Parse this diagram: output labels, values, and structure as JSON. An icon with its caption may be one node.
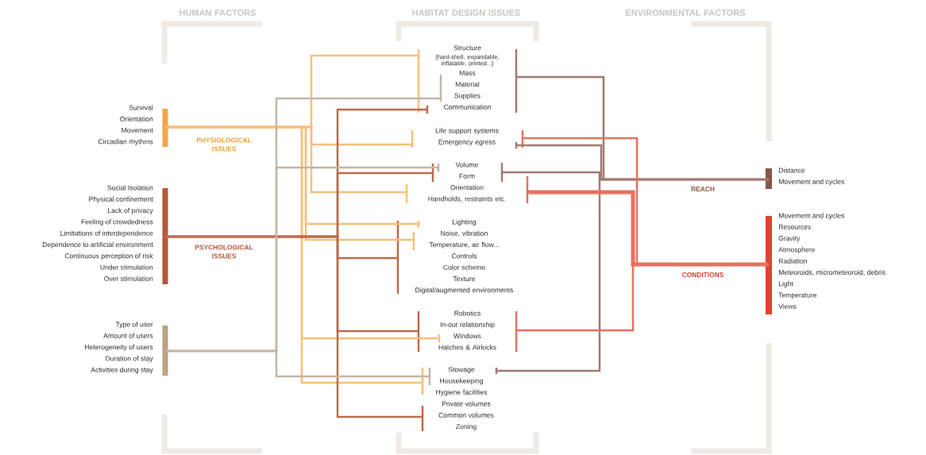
{
  "diagram": {
    "nodes": [
      {
        "text": [
          "Survival",
          "Orientation",
          "Movement",
          "Circadian rhythms"
        ]
      },
      {
        "text": [
          "Social Isolation",
          "Physical confinement",
          "Lack of privacy",
          "Feeling of crowdedness",
          "Limitations of interdependence",
          "Dependence to artificial environment",
          "Continuous perception of risk",
          "Under stimulation",
          "Over stimulation"
        ]
      },
      {
        "text": [
          "Type of user",
          "Amount of users",
          "Heterogeneity of users",
          "Duration of stay",
          "Activities during stay"
        ]
      },
      {
        "text": [
          "Structure",
          "(hard-shell, expandable, inflatable, printed...)",
          "Mass",
          "Material",
          "Supplies",
          "Communication"
        ]
      },
      {
        "text": [
          "Life support systems",
          "Emergency egress"
        ]
      },
      {
        "text": [
          "Volume",
          "Form",
          "Orientation",
          "Handholds, restraints etc."
        ]
      },
      {
        "text": [
          "Lighting",
          "Noise, vibration",
          "Temperature, air flow...",
          "Controls",
          "Color scheme",
          "Texture",
          "Digital/augmented environments"
        ]
      },
      {
        "text": [
          "Robotics",
          "In-out relationship",
          "Windows",
          "Hatches & Airlocks"
        ]
      },
      {
        "text": [
          "Stowage",
          "Housekeeping",
          "Hygiene facilities"
        ]
      },
      {
        "text": [
          "Private volumes",
          "Common volumes",
          "Zoning"
        ]
      },
      {
        "text": [
          "Distance",
          "Movement and cycles"
        ]
      },
      {
        "text": [
          "Movement and cycles",
          "Resources",
          "Gravity",
          "Atmosphere",
          "Radiation",
          "Meteoroids, micrometeoroid, debris",
          "Light",
          "Temperature",
          "Views"
        ]
      }
    ],
    "edges": [
      {
        "from": 0,
        "to": 3,
        "arrow": "none"
      },
      {
        "from": 0,
        "to": 4,
        "arrow": "none"
      },
      {
        "from": 0,
        "to": 5,
        "arrow": "none"
      },
      {
        "from": 0,
        "to": 6,
        "arrow": "none"
      },
      {
        "from": 0,
        "to": 6,
        "arrow": "none"
      },
      {
        "from": 0,
        "to": 7,
        "arrow": "none"
      },
      {
        "from": 0,
        "to": 8,
        "arrow": "none"
      },
      {
        "from": 1,
        "to": 3,
        "arrow": "none",
        "color": "#bf6a4d"
      },
      {
        "from": 1,
        "to": 5,
        "arrow": "none",
        "color": "#bf6a4d"
      },
      {
        "from": 1,
        "to": 6,
        "arrow": "none",
        "color": "#bf6a4d"
      },
      {
        "from": 1,
        "to": 7,
        "arrow": "none",
        "color": "#bf6a4d"
      },
      {
        "from": 1,
        "to": 9,
        "arrow": "none",
        "color": "#bf6a4d"
      },
      {
        "from": 2,
        "to": 3,
        "arrow": "none",
        "color": "#c4b5a3"
      },
      {
        "from": 2,
        "to": 5,
        "arrow": "none",
        "color": "#c4b5a3"
      },
      {
        "from": 2,
        "to": 8,
        "arrow": "none",
        "color": "#c4b5a3"
      },
      {
        "from": 3,
        "to": 10,
        "arrow": "none",
        "color": "#a27a70"
      },
      {
        "from": 4,
        "to": 10,
        "arrow": "none",
        "color": "#a27a70"
      },
      {
        "from": 5,
        "to": 10,
        "arrow": "none",
        "color": "#a27a70"
      },
      {
        "from": 8,
        "to": 10,
        "arrow": "none",
        "color": "#a27a70"
      },
      {
        "from": 4,
        "to": 11,
        "arrow": "none",
        "color": "#e8705f"
      },
      {
        "from": 5,
        "to": 11,
        "arrow": "none",
        "color": "#e8705f",
        "style": "thick"
      },
      {
        "from": 7,
        "to": 11,
        "arrow": "none",
        "color": "#e8705f"
      }
    ],
    "labels": [
      "HUMAN FACTORS",
      "HABITAT DESIGN ISSUES",
      "ENVIRONMENTAL FACTORS",
      "PHYSIOLOGICAL ISSUES",
      "REACH",
      "PSYCHOLOGICAL ISSUES",
      "CONDITIONS"
    ]
  }
}
